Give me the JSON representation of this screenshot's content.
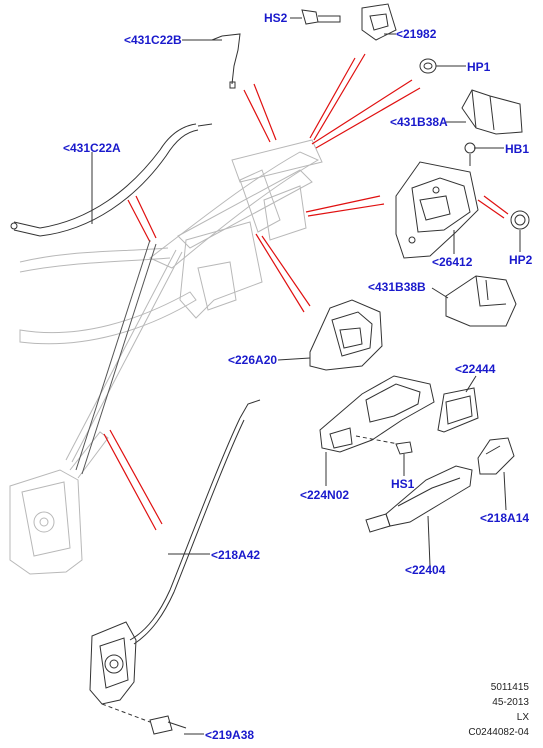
{
  "callouts": {
    "hs2": "HS2",
    "p21982": "<21982",
    "p431c22b": "<431C22B",
    "hp1": "HP1",
    "p431c22a": "<431C22A",
    "p431b38a": "<431B38A",
    "hb1": "HB1",
    "p26412": "<26412",
    "hp2": "HP2",
    "p431b38b": "<431B38B",
    "p226a20": "<226A20",
    "p22444": "<22444",
    "hs1": "HS1",
    "p224n02": "<224N02",
    "p218a14": "<218A14",
    "p218a42": "<218A42",
    "p22404": "<22404",
    "p219a38": "<219A38"
  },
  "footer": {
    "line1": "5011415",
    "line2": "45-2013",
    "line3": "LX",
    "line4": "C0244082-04"
  },
  "colors": {
    "callout_text": "#1a1acc",
    "pointer_lines": "#e01010",
    "part_outline": "#333333",
    "ghost_outline": "#b8b8b8"
  }
}
